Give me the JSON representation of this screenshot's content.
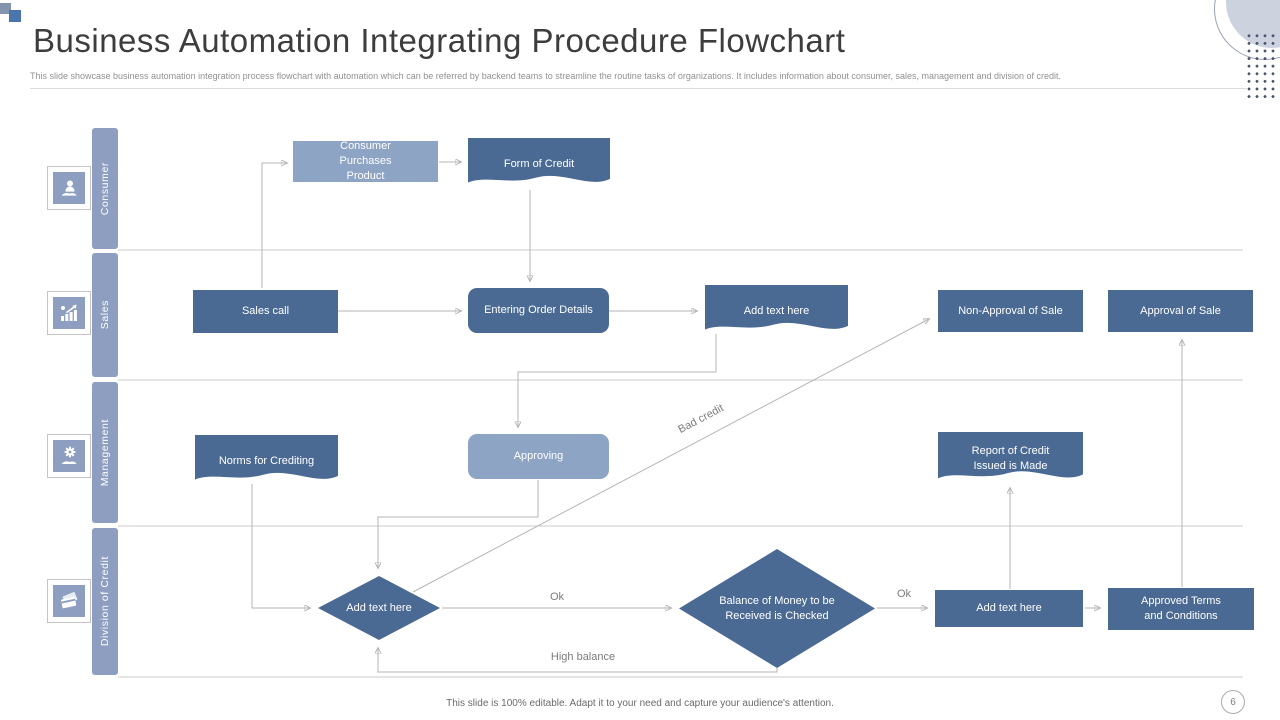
{
  "slide": {
    "title": "Business Automation Integrating Procedure Flowchart",
    "subtitle": "This slide showcase business automation integration process flowchart with automation which can be referred by backend teams to streamline the routine tasks of organizations. It includes information about consumer, sales, management and division of credit.",
    "footer_note": "This slide is 100% editable.  Adapt it to your need and capture your audience's attention.",
    "page_number": "6"
  },
  "lanes": [
    {
      "label": "Consumer",
      "icon": "customer-icon"
    },
    {
      "label": "Sales",
      "icon": "sales-growth-icon"
    },
    {
      "label": "Management",
      "icon": "management-gear-icon"
    },
    {
      "label": "Division of Credit",
      "icon": "credit-cards-icon"
    }
  ],
  "flowchart": {
    "nodes": {
      "consumer_purchases_product": "Consumer Purchases Product",
      "form_of_credit": "Form of Credit",
      "sales_call": "Sales call",
      "entering_order_details": "Entering Order Details",
      "add_text_sales": "Add text here",
      "non_approval_of_sale": "Non-Approval  of Sale",
      "approval_of_sale": "Approval  of Sale",
      "norms_for_crediting": "Norms for Crediting",
      "approving": "Approving",
      "report_of_credit": "Report of Credit Issued is Made",
      "add_text_decision": "Add text here",
      "balance_check": "Balance of Money to be Received  is Checked",
      "add_text_credit": "Add text here",
      "approved_terms": "Approved  Terms and Conditions"
    },
    "edge_labels": {
      "ok_left": "Ok",
      "ok_right": "Ok",
      "bad_credit": "Bad credit",
      "high_balance": "High balance"
    }
  },
  "colors": {
    "dark_shape": "#4a6a94",
    "light_shape": "#8da4c5",
    "lane_bar": "#8d9ec0",
    "connector": "#b5b5b5",
    "title_text": "#3d3d3d",
    "muted_text": "#919191"
  }
}
